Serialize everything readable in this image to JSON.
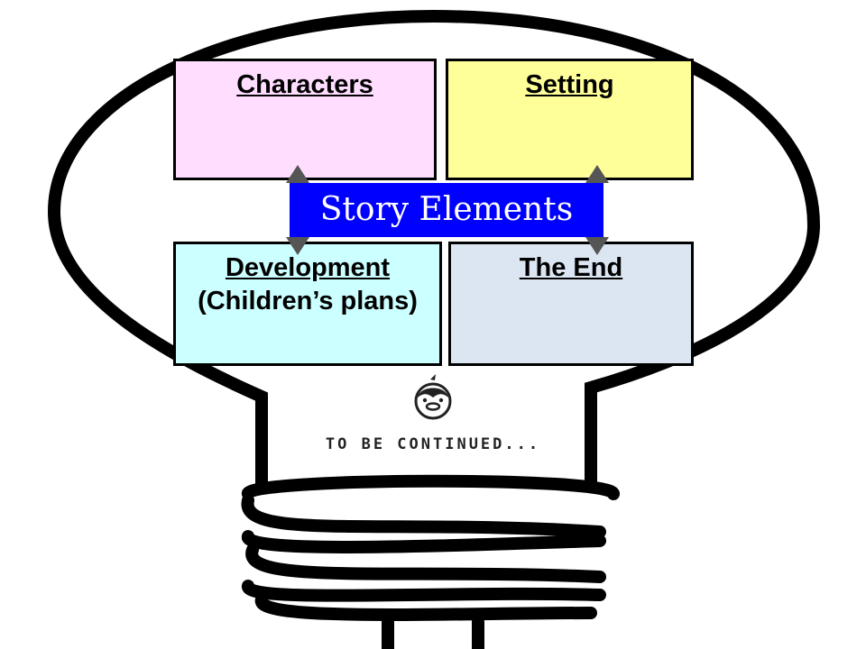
{
  "title": "Story Elements",
  "boxes": {
    "characters": {
      "title": "Characters",
      "color": "#ffddff"
    },
    "setting": {
      "title": "Setting",
      "color": "#ffff99"
    },
    "development": {
      "title": "Development",
      "subtitle": "(Children’s  plans)",
      "color": "#ccffff"
    },
    "the_end": {
      "title": "The End",
      "color": "#dce6f2"
    }
  },
  "footer": {
    "text": "TO BE CONTINUED..."
  },
  "colors": {
    "title_band": "#0000ff",
    "outline": "#000000"
  }
}
